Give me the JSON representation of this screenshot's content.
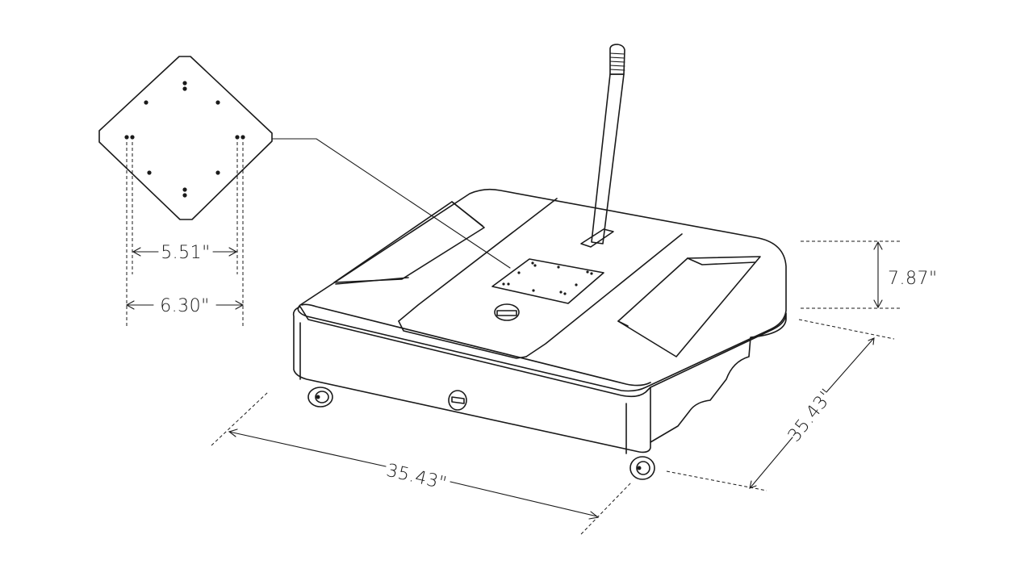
{
  "colors": {
    "line": "#1a1a1a",
    "background": "#ffffff"
  },
  "dimensions": {
    "plate_inner_spacing": "5.51\"",
    "plate_outer_spacing": "6.30\"",
    "base_height": "7.87\"",
    "base_width_front": "35.43\"",
    "base_depth_side": "35.43\""
  }
}
